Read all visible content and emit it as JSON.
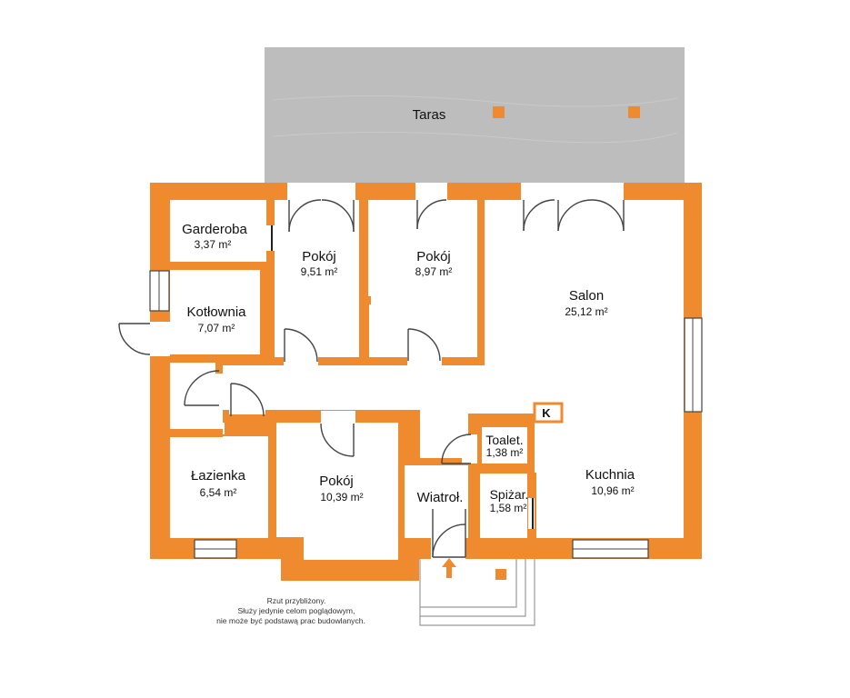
{
  "rooms": [
    {
      "key": "taras",
      "name": "Taras",
      "area": ""
    },
    {
      "key": "garderoba",
      "name": "Garderoba",
      "area": "3,37 m²"
    },
    {
      "key": "pokoj1",
      "name": "Pokój",
      "area": "9,51 m²"
    },
    {
      "key": "pokoj2",
      "name": "Pokój",
      "area": "8,97 m²"
    },
    {
      "key": "salon",
      "name": "Salon",
      "area": "25,12 m²"
    },
    {
      "key": "kotlownia",
      "name": "Kotłownia",
      "area": "7,07 m²"
    },
    {
      "key": "toaleta",
      "name": "Toalet.",
      "area": "1,38 m²"
    },
    {
      "key": "lazienka",
      "name": "Łazienka",
      "area": "6,54 m²"
    },
    {
      "key": "pokoj3",
      "name": "Pokój",
      "area": "10,39 m²"
    },
    {
      "key": "wiatrolap",
      "name": "Wiatroł.",
      "area": ""
    },
    {
      "key": "spizarnia",
      "name": "Spiżar.",
      "area": "1,58 m²"
    },
    {
      "key": "kuchnia",
      "name": "Kuchnia",
      "area": "10,96 m²"
    }
  ],
  "chimney_label": "K",
  "disclaimer": [
    "Rzut przybliżony.",
    "Służy jedynie celom poglądowym,",
    "nie może być podstawą prac budowlanych."
  ],
  "colors": {
    "walls": "#f08a2e",
    "terrace": "#bdbdbd"
  },
  "icons": {
    "entrance": "entrance-arrow-icon"
  }
}
